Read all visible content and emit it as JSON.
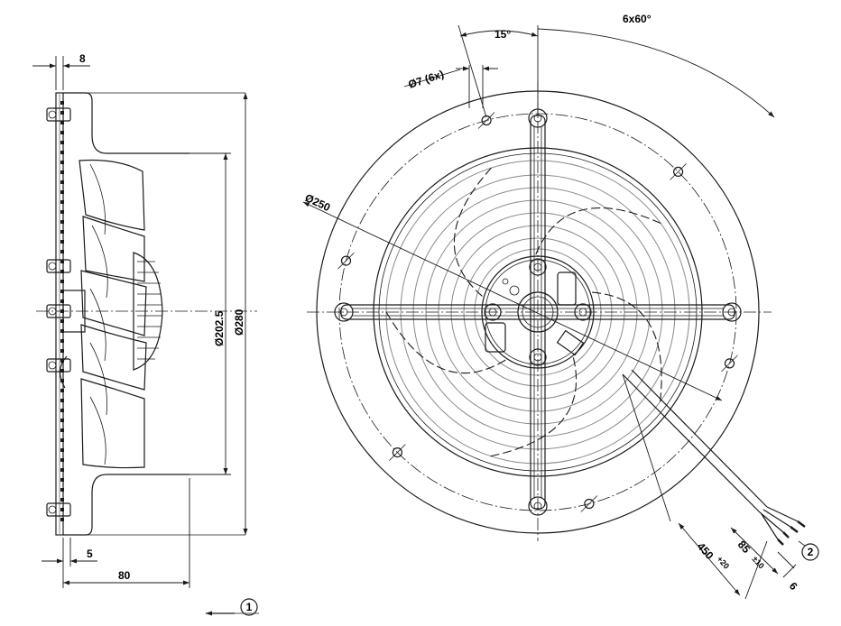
{
  "side_view": {
    "dims": {
      "flange": "8",
      "guard_offset": "5",
      "depth": "80",
      "inner_dia": "Ø202.5",
      "outer_dia": "Ø280"
    },
    "airflow_marker": "1"
  },
  "front_view": {
    "dims": {
      "angle": "15°",
      "pattern": "6x60°",
      "holes": "Ø7 (6x)",
      "bolt_circle": "Ø250"
    },
    "cable": {
      "length": "450",
      "length_tol": "+20",
      "strip": "85",
      "strip_tol": "±10",
      "end": "6",
      "marker": "2"
    }
  }
}
